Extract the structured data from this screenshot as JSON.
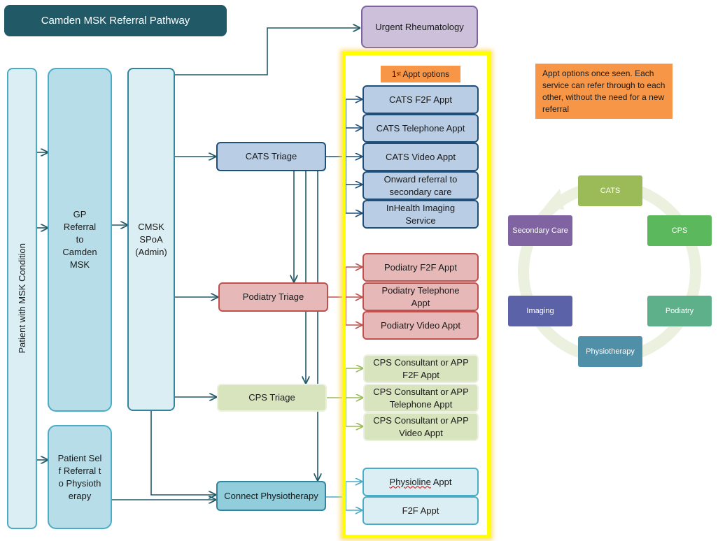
{
  "title": "Camden MSK Referral Pathway",
  "urgent": "Urgent Rheumatology",
  "patient_condition": "Patient with MSK Condition",
  "gp_referral": "GP Referral to Camden MSK",
  "self_referral": "Patient Self Referral to Physiotherapy",
  "cmsk_spoa": "CMSK SPoA (Admin)",
  "triage": {
    "cats": "CATS Triage",
    "podiatry": "Podiatry Triage",
    "cps": "CPS Triage",
    "physio": "Connect Physiotherapy"
  },
  "appt_options_label": {
    "prefix": "1",
    "sup": "st",
    "suffix": " Appt options"
  },
  "cats_options": [
    "CATS F2F Appt",
    "CATS Telephone Appt",
    "CATS Video Appt",
    "Onward referral to secondary care",
    "InHealth Imaging Service"
  ],
  "podiatry_options": [
    "Podiatry F2F Appt",
    "Podiatry Telephone Appt",
    "Podiatry Video Appt"
  ],
  "cps_options": [
    "CPS Consultant or APP F2F Appt",
    "CPS Consultant or APP Telephone Appt",
    "CPS Consultant or APP Video Appt"
  ],
  "physio_options": {
    "physioline_word": "Physioline",
    "physioline_rest": " Appt",
    "f2f": "F2F Appt"
  },
  "note": "Appt options once seen. Each service can refer through to each other, without the need for a new referral",
  "cycle": {
    "cats": "CATS",
    "cps": "CPS",
    "podiatry": "Podiatry",
    "physiotherapy": "Physiotherapy",
    "imaging": "Imaging",
    "secondary_care": "Secondary Care"
  },
  "colors": {
    "title_bg": "#215967",
    "cats": "#b9cde5",
    "podiatry": "#e6b9b8",
    "cps": "#d7e4bd",
    "physio": "#92cddc",
    "highlight": "#ffff00",
    "note": "#f79646",
    "cycle_cats": "#9bbb59",
    "cycle_cps": "#5cb85c",
    "cycle_podiatry": "#5eb08a",
    "cycle_physio": "#4f90a8",
    "cycle_imaging": "#5b62a8",
    "cycle_secondary": "#8064a2"
  }
}
